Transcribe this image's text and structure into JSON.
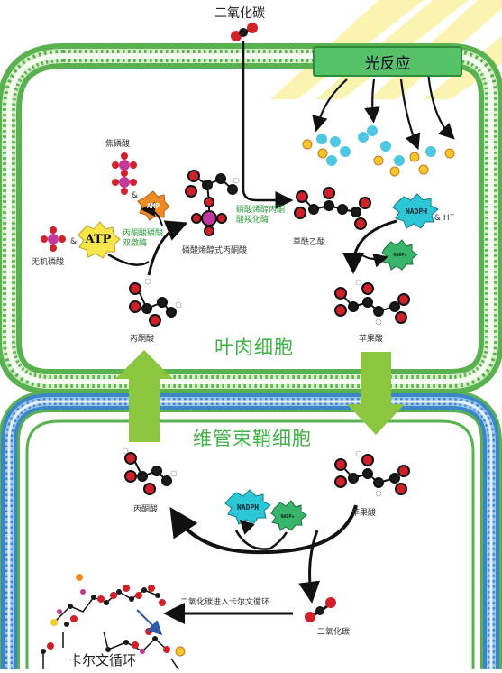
{
  "labels": {
    "co2_top": "二氧化碳",
    "light_reaction": "光反应",
    "pyrophosphate": "焦磷酸",
    "amp": "AMP",
    "atp": "ATP",
    "pi": "无机磷酸",
    "ppdk": "丙酮酸磷酸双激酶",
    "pepc": "磷酸烯醇丙酮酸羧化酶",
    "pep": "磷酸烯醇式丙酮酸",
    "oaa": "草酰乙酸",
    "nadph_top": "NADPH",
    "h_plus": "& H",
    "plus_sup": "+",
    "nadp_top": "NADP+",
    "malate_top": "苹果酸",
    "pyruvate_top": "丙酮酸",
    "mesophyll": "叶肉细胞",
    "bundle_sheath": "维管束鞘细胞",
    "pyruvate_bottom": "丙酮酸",
    "malate_bottom": "苹果酸",
    "nadph_bottom": "NADPH",
    "nadp_bottom": "NADP+",
    "co2_enter": "二氧化碳进入卡尔文循环",
    "co2_bottom": "二氧化碳",
    "calvin": "卡尔文循环",
    "amp_ampersand": "&",
    "atp_ampersand": "&"
  },
  "colors": {
    "membrane_green": "#59b24f",
    "membrane_blue": "#3b86c9",
    "arrow_green": "#8cc63f",
    "oxygen_red": "#d0202a",
    "carbon_black": "#1a1a1a",
    "phosphorus_magenta": "#c0399b",
    "nadph_cyan": "#2cc7d6",
    "atp_yellow": "#f7e64a",
    "amp_orange": "#f08a24",
    "light_ray_yellow": "#fbf3b0"
  }
}
